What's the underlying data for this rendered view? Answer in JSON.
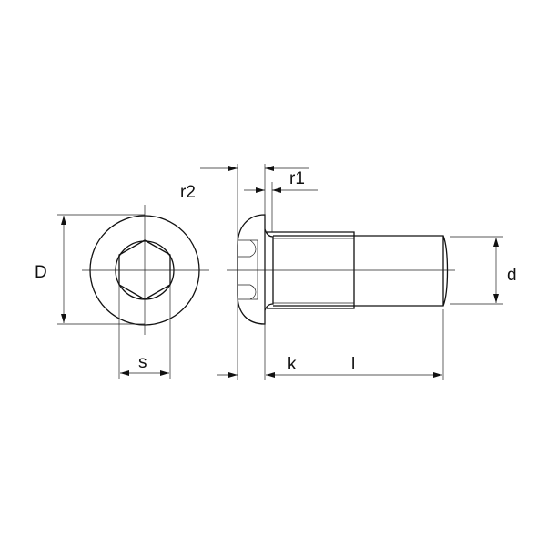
{
  "labels": {
    "D": "D",
    "s": "s",
    "r2": "r2",
    "r1": "r1",
    "k": "k",
    "l": "l",
    "d": "d"
  },
  "colors": {
    "line": "#111111",
    "background": "#ffffff"
  }
}
